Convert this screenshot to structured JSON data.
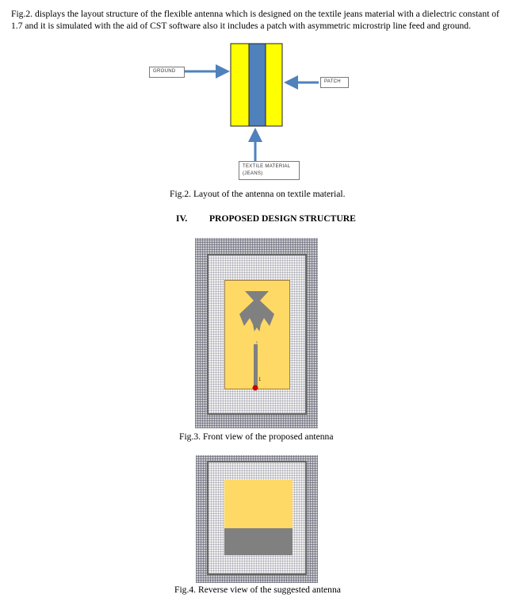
{
  "paragraph": "Fig.2. displays the layout structure of the flexible antenna which is designed on the textile jeans material with a dielectric constant of 1.7 and it is simulated with the aid of CST software also it includes a patch with asymmetric microstrip line feed and ground.",
  "figure2": {
    "labels": {
      "ground": "GROUND",
      "patch": "PATCH",
      "textile_line1": "TEXTILE MATERIAL",
      "textile_line2": "(JEANS)"
    },
    "caption": "Fig.2. Layout of the antenna on textile material.",
    "colors": {
      "outer_layer": "#ffff00",
      "inner_layer": "#4f81bd",
      "arrow": "#4f81bd"
    }
  },
  "section": {
    "number": "IV.",
    "title": "PROPOSED DESIGN STRUCTURE"
  },
  "figure3": {
    "caption": "Fig.3. Front view of the proposed antenna",
    "port_label": "1",
    "colors": {
      "substrate": "#ffd966",
      "metal": "#808080",
      "port": "#cc0000"
    }
  },
  "figure4": {
    "caption": "Fig.4. Reverse view of the suggested antenna",
    "colors": {
      "substrate": "#ffd966",
      "ground_plane": "#808080"
    }
  }
}
